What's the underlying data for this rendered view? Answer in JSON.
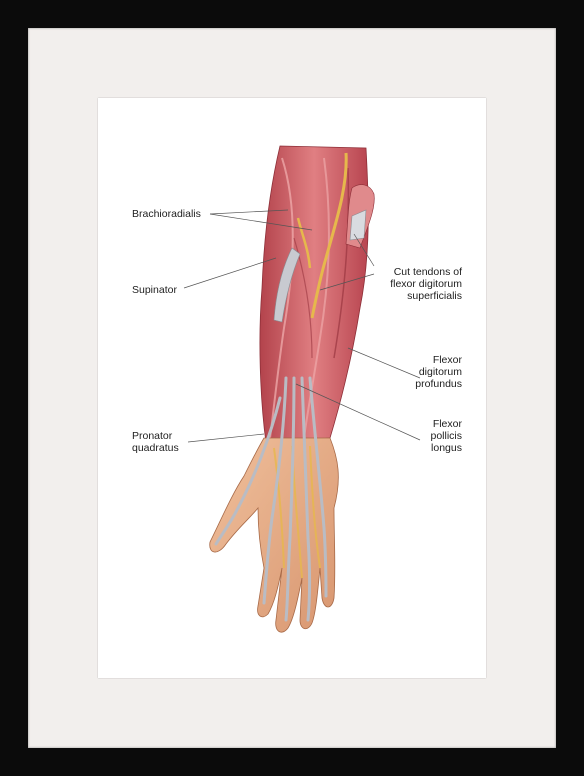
{
  "labels": {
    "brachioradialis": "Brachioradialis",
    "supinator": "Supinator",
    "pronator_quadratus": "Pronator\nquadratus",
    "cut_tendons": "Cut tendons of\nflexor digitorum\nsuperficialis",
    "flexor_digitorum_profundus": "Flexor\ndigitorum\nprofundus",
    "flexor_pollicis_longus": "Flexor\npollicis\nlongus"
  },
  "colors": {
    "frame": "#0b0b0b",
    "mat": "#f2efed",
    "paper": "#ffffff",
    "muscle": "#c9525a",
    "muscle_light": "#e08a8c",
    "tendon": "#b9bcc4",
    "fat": "#e6b84c",
    "skin": "#e8b08c"
  }
}
